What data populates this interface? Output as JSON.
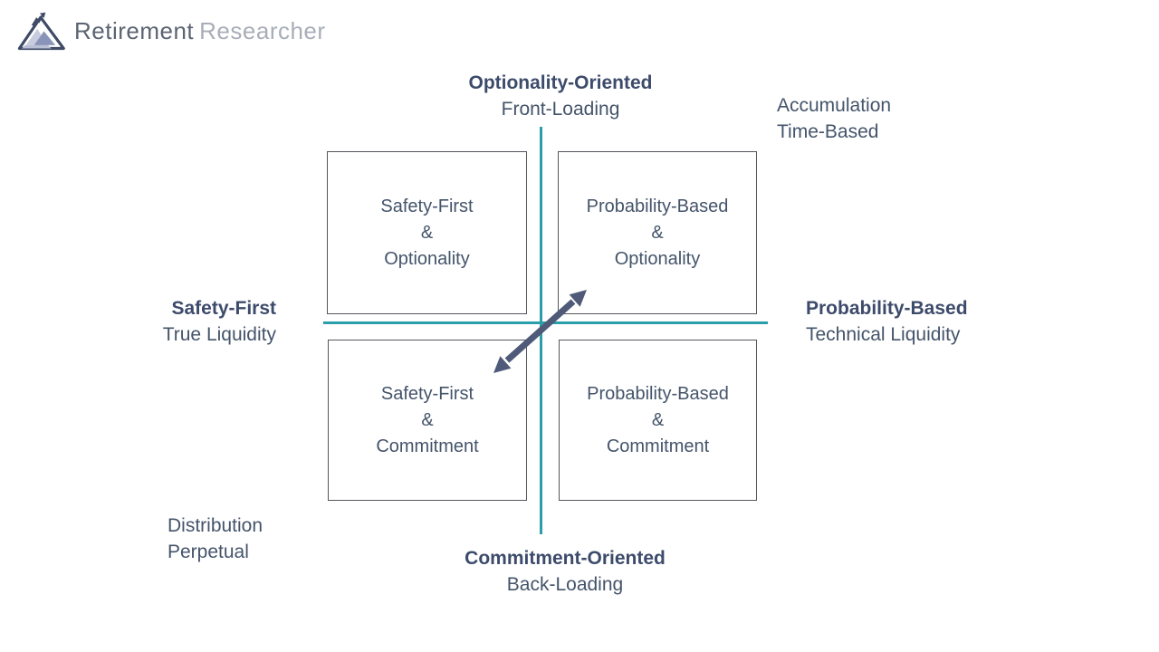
{
  "colors": {
    "text_slate": "#44546A",
    "title_slate": "#3D4B6B",
    "teal_axis": "#2B9FA9",
    "arrow_slate": "#4E5A78",
    "box_border": "#55565E",
    "brand_primary_color": "#5B6472",
    "brand_secondary_color": "#A8AEB8",
    "logo_dark": "#3E4A66",
    "logo_mid": "#8A94B8",
    "logo_light": "#C7CDDF"
  },
  "logo": {
    "primary": "Retirement",
    "secondary": "Researcher"
  },
  "axes": {
    "top": {
      "title": "Optionality-Oriented",
      "subtitle": "Front-Loading"
    },
    "bottom": {
      "title": "Commitment-Oriented",
      "subtitle": "Back-Loading"
    },
    "left": {
      "title": "Safety-First",
      "subtitle": "True Liquidity"
    },
    "right": {
      "title": "Probability-Based",
      "subtitle": "Technical Liquidity"
    }
  },
  "corners": {
    "top_right": {
      "line1": "Accumulation",
      "line2": "Time-Based"
    },
    "bottom_left": {
      "line1": "Distribution",
      "line2": "Perpetual"
    }
  },
  "quadrants": {
    "top_left": {
      "lines": [
        "Safety-First",
        "&",
        "Optionality"
      ]
    },
    "top_right": {
      "lines": [
        "Probability-Based",
        "&",
        "Optionality"
      ]
    },
    "bottom_left": {
      "lines": [
        "Safety-First",
        "&",
        "Commitment"
      ]
    },
    "bottom_right": {
      "lines": [
        "Probability-Based",
        "&",
        "Commitment"
      ]
    }
  }
}
